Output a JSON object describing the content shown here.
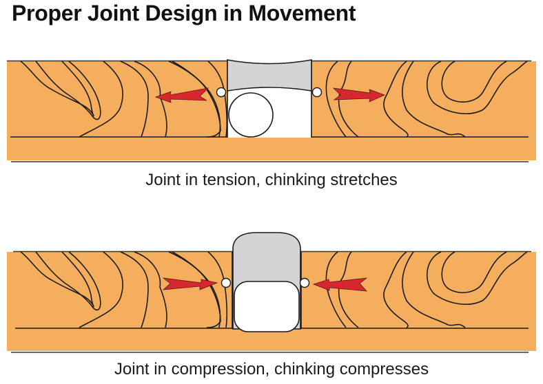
{
  "title": "Proper Joint Design in Movement",
  "panels": [
    {
      "id": "tension",
      "caption": "Joint in tension, chinking stretches",
      "arrow_direction": "outward",
      "backer_rod_shape": "circle",
      "sealant_shape": "concave-hourglass"
    },
    {
      "id": "compression",
      "caption": "Joint in compression, chinking compresses",
      "arrow_direction": "inward",
      "backer_rod_shape": "rounded-rectangle",
      "sealant_shape": "bulging-dome"
    }
  ],
  "colors": {
    "wood": "#f4ae5e",
    "grain_line": "#1a1a1a",
    "sealant": "#d3d4d6",
    "arrow": "#d7262e",
    "backer_rod": "#ffffff"
  }
}
